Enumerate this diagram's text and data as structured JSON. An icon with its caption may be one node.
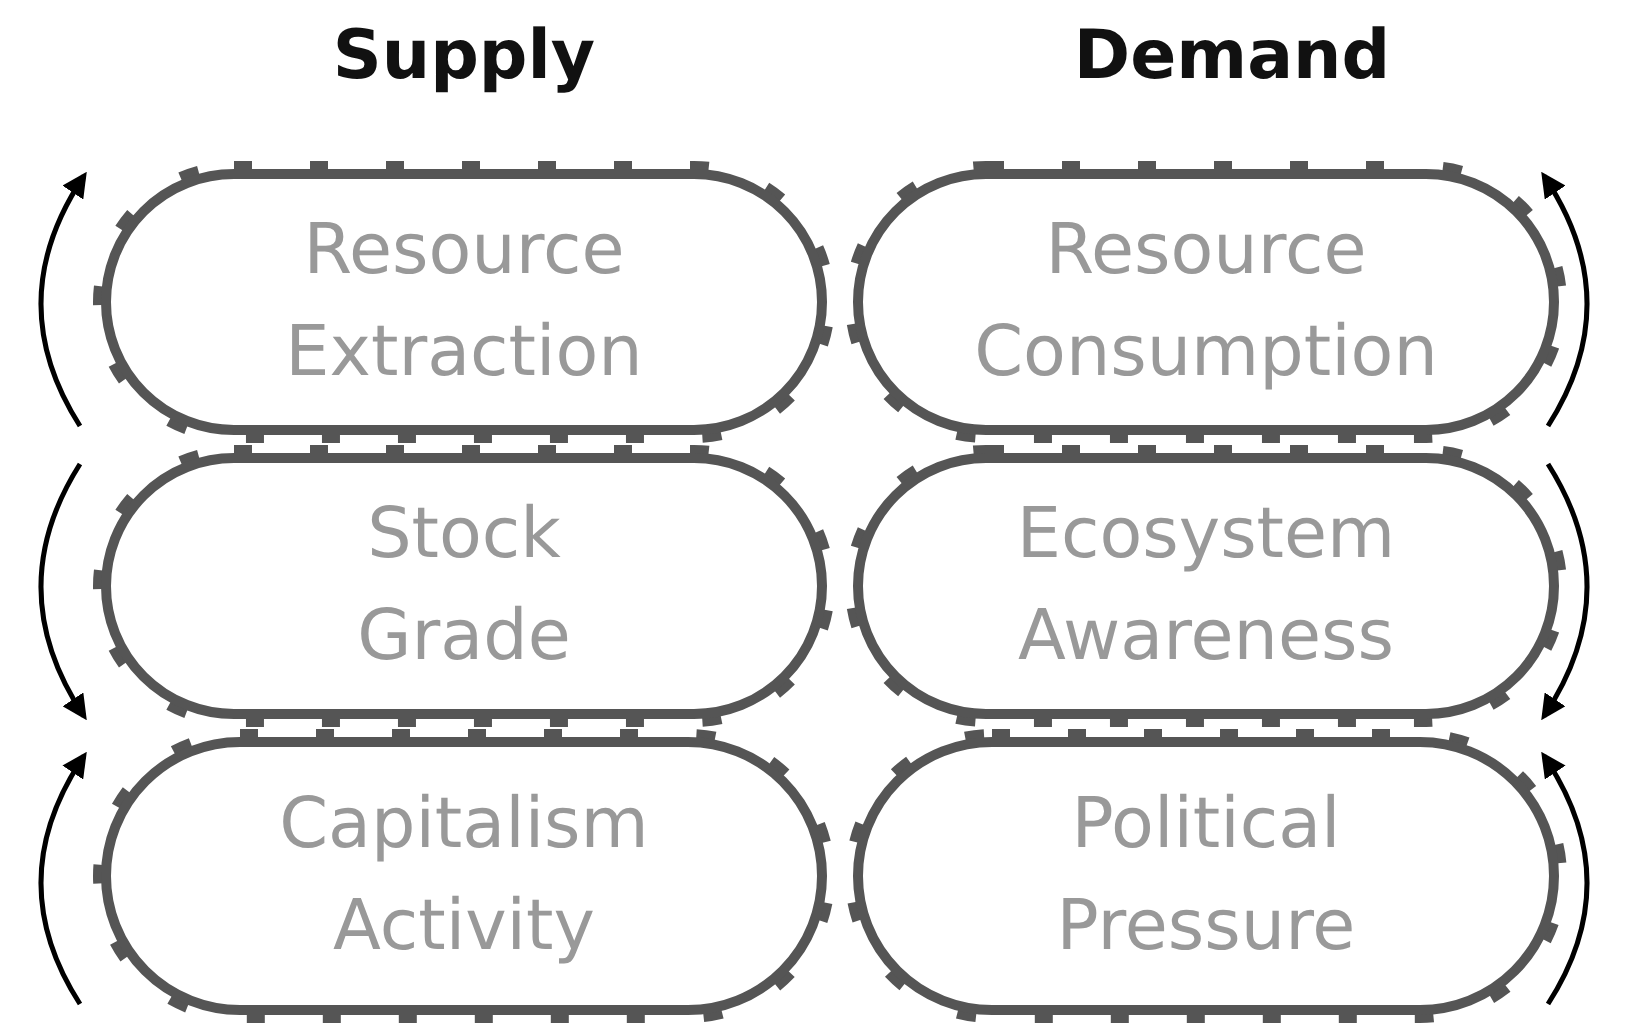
{
  "diagram": {
    "nodes": [
      {
        "text": [
          "Resource Extraction"
        ]
      },
      {
        "text": [
          "Resource Consumption"
        ]
      },
      {
        "text": [
          "Stock Grade"
        ]
      },
      {
        "text": [
          "Ecosystem Awareness"
        ]
      },
      {
        "text": [
          "Capitalism Activity"
        ]
      },
      {
        "text": [
          "Political Pressure"
        ]
      }
    ],
    "labels": [
      "Supply",
      "Demand"
    ]
  }
}
